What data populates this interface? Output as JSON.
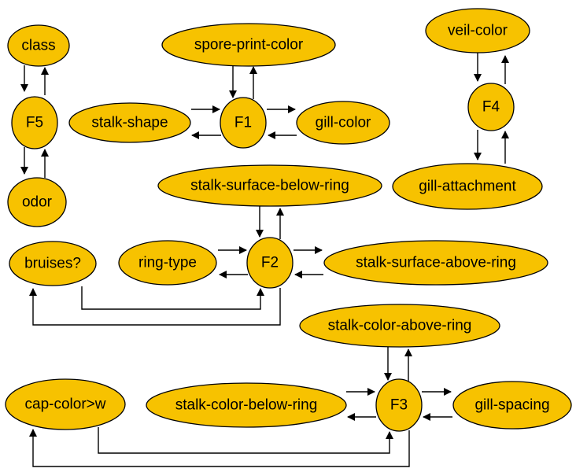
{
  "nodes": {
    "class": "class",
    "f5": "F5",
    "odor": "odor",
    "spore_print_color": "spore-print-color",
    "stalk_shape": "stalk-shape",
    "f1": "F1",
    "gill_color": "gill-color",
    "veil_color": "veil-color",
    "f4": "F4",
    "gill_attachment": "gill-attachment",
    "stalk_surface_below_ring": "stalk-surface-below-ring",
    "bruises": "bruises?",
    "ring_type": "ring-type",
    "f2": "F2",
    "stalk_surface_above_ring": "stalk-surface-above-ring",
    "stalk_color_above_ring": "stalk-color-above-ring",
    "cap_color": "cap-color>w",
    "stalk_color_below_ring": "stalk-color-below-ring",
    "f3": "F3",
    "gill_spacing": "gill-spacing"
  }
}
